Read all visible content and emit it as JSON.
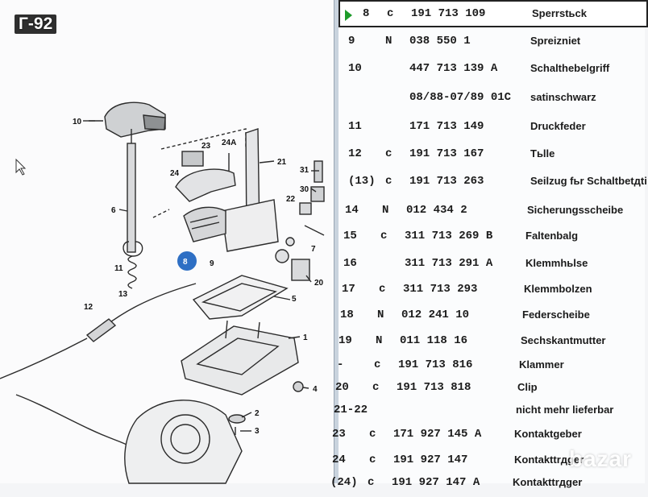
{
  "overlay_label": "Г-92",
  "watermark": "bazar",
  "diagram": {
    "labels": [
      "10",
      "23",
      "24A",
      "24",
      "21",
      "6",
      "31",
      "30",
      "22",
      "8",
      "9",
      "7",
      "11",
      "20",
      "13",
      "5",
      "12",
      "1",
      "4",
      "2",
      "3"
    ],
    "highlighted": "8"
  },
  "parts": [
    {
      "item": "8",
      "mark": "c",
      "number": "191 713 109",
      "desc": "Sperrstьck",
      "selected": true
    },
    {
      "item": "9",
      "mark": "N",
      "number": "038 550 1",
      "desc": "Spreizniet",
      "selected": false
    },
    {
      "item": "10",
      "mark": "",
      "number": "447 713 139 A",
      "desc": "Schalthebelgriff",
      "selected": false
    },
    {
      "item": "",
      "mark": "",
      "number": "08/88-07/89 01C",
      "desc": "satinschwarz",
      "selected": false
    },
    {
      "item": "11",
      "mark": "",
      "number": "171 713 149",
      "desc": "Druckfeder",
      "selected": false
    },
    {
      "item": "12",
      "mark": "c",
      "number": "191 713 167",
      "desc": "Tьlle",
      "selected": false
    },
    {
      "item": "(13)",
      "mark": "c",
      "number": "191 713 263",
      "desc": "Seilzug fьr Schaltbetдti",
      "selected": false
    },
    {
      "item": "14",
      "mark": "N",
      "number": "012 434 2",
      "desc": "Sicherungsscheibe",
      "selected": false
    },
    {
      "item": "15",
      "mark": "c",
      "number": "311 713 269 B",
      "desc": "Faltenbalg",
      "selected": false
    },
    {
      "item": "16",
      "mark": "",
      "number": "311 713 291 A",
      "desc": "Klemmhьlse",
      "selected": false
    },
    {
      "item": "17",
      "mark": "c",
      "number": "311 713 293",
      "desc": "Klemmbolzen",
      "selected": false
    },
    {
      "item": "18",
      "mark": "N",
      "number": "012 241 10",
      "desc": "Federscheibe",
      "selected": false
    },
    {
      "item": "19",
      "mark": "N",
      "number": "011 118 16",
      "desc": "Sechskantmutter",
      "selected": false
    },
    {
      "item": "-",
      "mark": "c",
      "number": "191 713 816",
      "desc": "Klammer",
      "selected": false
    },
    {
      "item": "20",
      "mark": "c",
      "number": "191 713 818",
      "desc": "Clip",
      "selected": false
    },
    {
      "item": "21-22",
      "mark": "",
      "number": "",
      "desc": "nicht mehr lieferbar",
      "selected": false
    },
    {
      "item": "23",
      "mark": "c",
      "number": "171 927 145 A",
      "desc": "Kontaktgeber",
      "selected": false
    },
    {
      "item": "24",
      "mark": "c",
      "number": "191 927 147",
      "desc": "Kontakttrдger",
      "selected": false
    },
    {
      "item": "(24)",
      "mark": "c",
      "number": "191 927 147 A",
      "desc": "Kontakttrдger",
      "selected": false
    }
  ]
}
